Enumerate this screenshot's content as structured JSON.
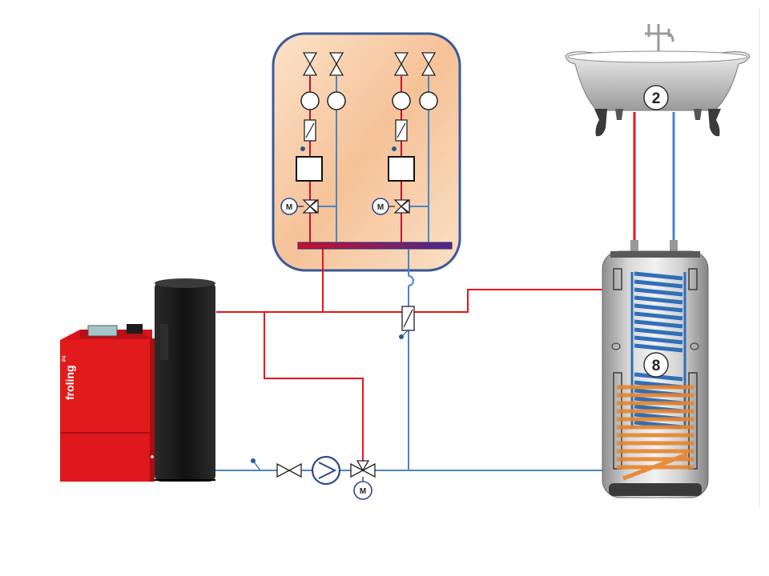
{
  "labels": {
    "bathtub_number": "2",
    "tank_number": "8",
    "boiler_brand": "froling",
    "boiler_model": "P4",
    "motor_letter": "M"
  },
  "colors": {
    "supply": "#e8141b",
    "return": "#4a86c5",
    "panel_border": "#3a5a9a",
    "boiler_red": "#e11b1b",
    "boiler_dark": "#1c1c1c",
    "coil_blue": "#2f6fb8",
    "coil_orange": "#e8842a"
  }
}
